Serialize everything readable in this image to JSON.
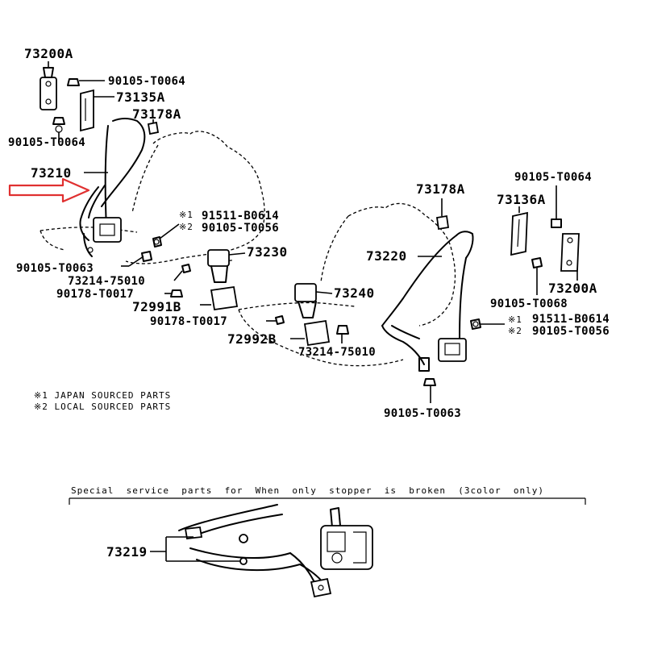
{
  "labels": {
    "p73200A_left": "73200A",
    "p90105_T0064_top": "90105-T0064",
    "p73135A": "73135A",
    "p73178A_left": "73178A",
    "p90105_T0064_left": "90105-T0064",
    "p73210": "73210",
    "p91511_B0614_left": "91511-B0614",
    "p90105_T0056_left": "90105-T0056",
    "p73230": "73230",
    "p90105_T0063_left": "90105-T0063",
    "p73214_75010_left": "73214-75010",
    "p90178_T0017_left": "90178-T0017",
    "p72991B": "72991B",
    "p90178_T0017_mid": "90178-T0017",
    "p73240": "73240",
    "p72992B": "72992B",
    "p73214_75010_mid": "73214-75010",
    "p73178A_right": "73178A",
    "p73220": "73220",
    "p90105_T0064_right": "90105-T0064",
    "p73136A": "73136A",
    "p73200A_right": "73200A",
    "p90105_T0068": "90105-T0068",
    "p91511_B0614_right": "91511-B0614",
    "p90105_T0056_right": "90105-T0056",
    "p90105_T0063_bottom": "90105-T0063",
    "p73219": "73219"
  },
  "marks": {
    "m1": "※1",
    "m2": "※2"
  },
  "legend": {
    "line1": "※1 JAPAN SOURCED PARTS",
    "line2": "※2 LOCAL SOURCED PARTS"
  },
  "special": {
    "caption": "Special  service  parts  for  When  only  stopper  is  broken  (3color  only)"
  },
  "colors": {
    "arrow": "#e03030",
    "ink": "#000000"
  }
}
